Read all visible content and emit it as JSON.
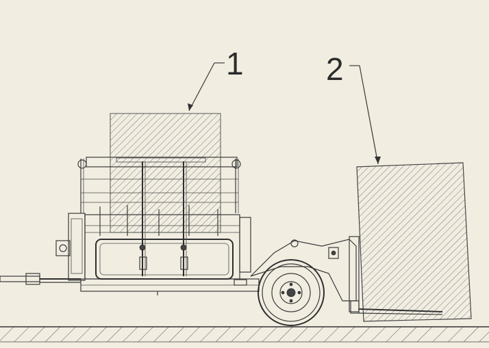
{
  "colors": {
    "background": "#f1ede1",
    "linework": "#3a3a3a",
    "hatch": "#6a6a6a"
  },
  "callouts": [
    {
      "number": "1",
      "target": "load-on-mixer-body"
    },
    {
      "number": "2",
      "target": "load-on-front-loader"
    }
  ],
  "ground": {
    "hatched": true
  }
}
